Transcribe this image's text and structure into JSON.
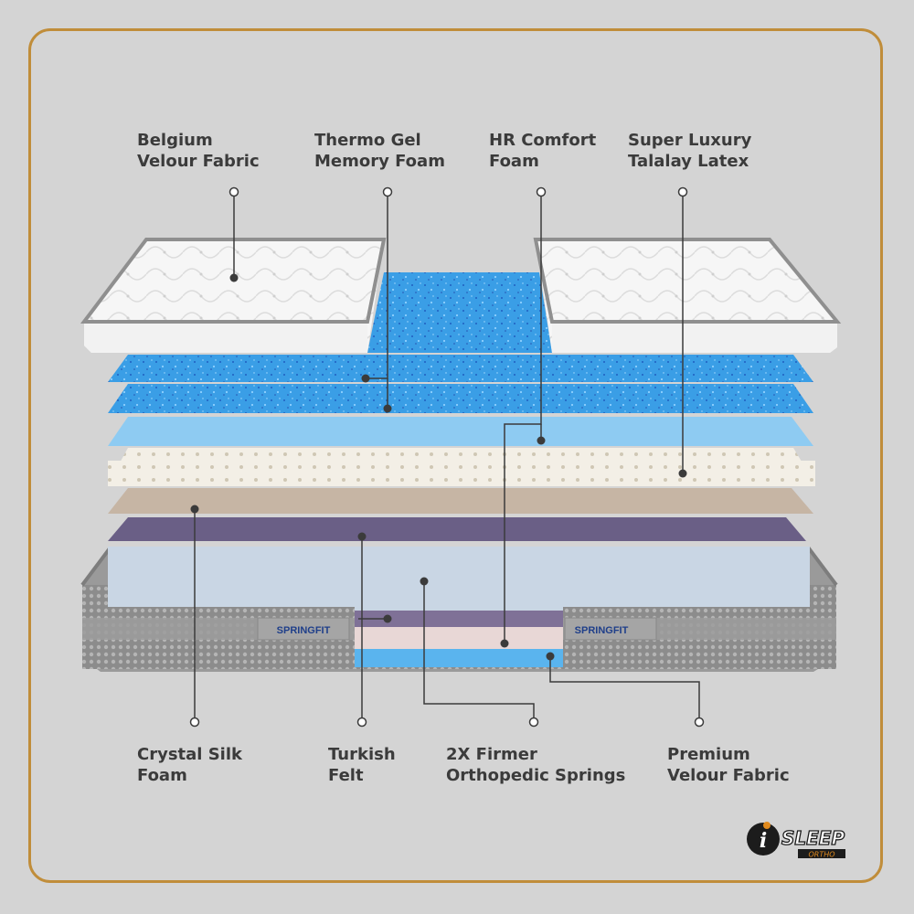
{
  "labels": {
    "belgium": [
      "Belgium",
      "Velour Fabric"
    ],
    "thermo": [
      "Thermo Gel",
      "Memory Foam"
    ],
    "hr": [
      "HR Comfort",
      "Foam"
    ],
    "latex": [
      "Super Luxury",
      "Talalay Latex"
    ],
    "crystal": [
      "Crystal Silk",
      "Foam"
    ],
    "felt": [
      "Turkish",
      "Felt"
    ],
    "springs": [
      "2X Firmer",
      "Orthopedic Springs"
    ],
    "premium": [
      "Premium",
      "Velour Fabric"
    ]
  },
  "brand": {
    "springfit": "SPRINGFIT",
    "logo_main": "SLEEP",
    "logo_sub": "ORTHO",
    "logo_letter": "i"
  },
  "colors": {
    "frame": "#c08d3a",
    "background": "#d4d4d4",
    "text": "#3b3b3b"
  }
}
